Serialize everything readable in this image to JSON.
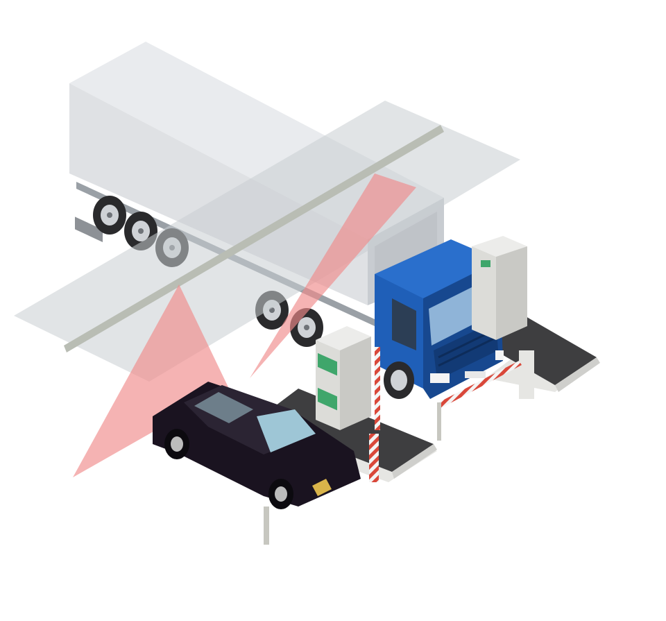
{
  "colors": {
    "background": "#ffffff",
    "trailer_body": "#dfe1e4",
    "trailer_shade": "#c8ccd1",
    "cab_blue": "#1f5fb8",
    "cab_blue_dark": "#17488f",
    "car_body": "#1a1320",
    "scan_beam": "#f08a8a",
    "gantry_plane": "#c9cdd1",
    "platform": "#3e3e40",
    "platform_edge": "#e6e6e3",
    "barrier_red": "#d9483a",
    "barrier_white": "#f4f4f4",
    "kiosk": "#dcdcd8",
    "kiosk_screen": "#3fa66b"
  },
  "objects": {
    "truck": "truck",
    "car": "car",
    "gantry": "scanner-gantry",
    "barriers": "boom-barrier",
    "kiosks": "inspection-kiosk"
  }
}
